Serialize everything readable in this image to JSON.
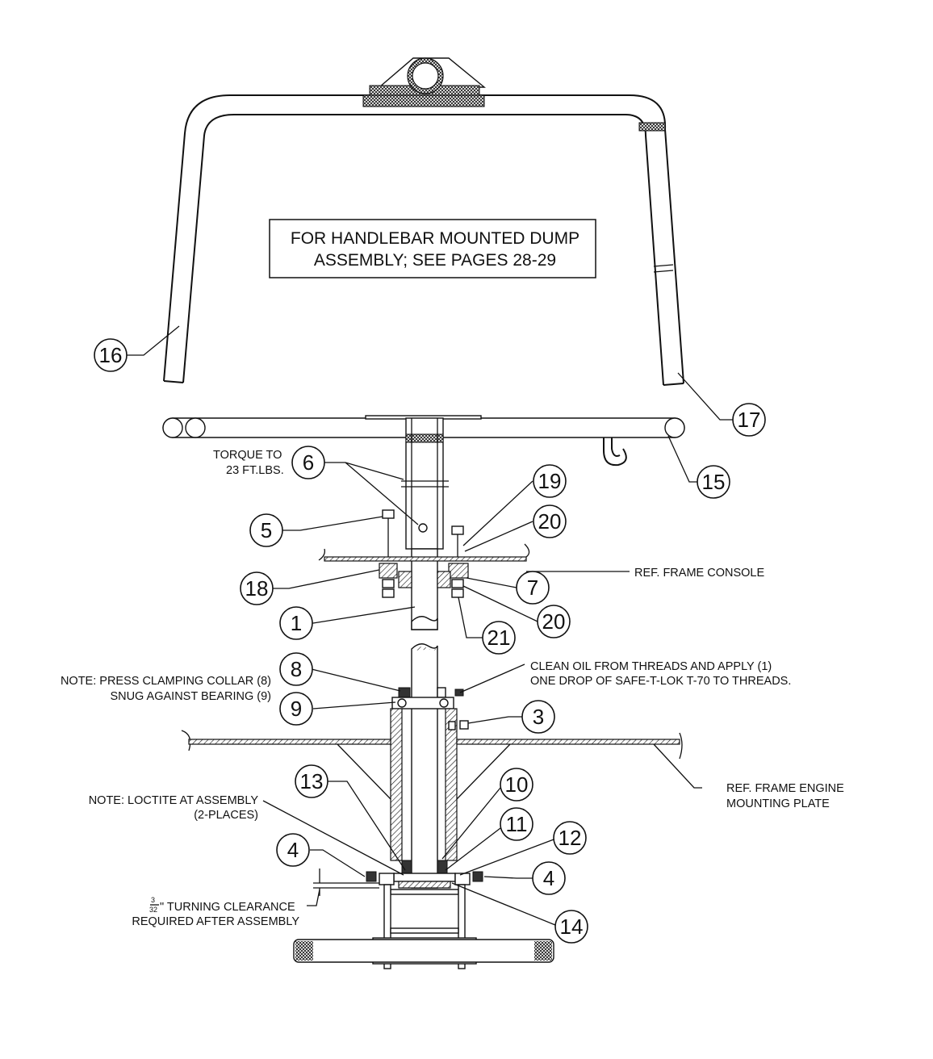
{
  "box_note": {
    "line1": "FOR HANDLEBAR MOUNTED DUMP",
    "line2": "ASSEMBLY; SEE PAGES 28-29"
  },
  "notes": {
    "torque_line1": "TORQUE TO",
    "torque_line2": "23 FT.LBS.",
    "frame_console": "REF. FRAME CONSOLE",
    "press_line1": "NOTE: PRESS CLAMPING COLLAR (8)",
    "press_line2": "SNUG AGAINST BEARING (9)",
    "clean_line1": "CLEAN OIL FROM THREADS AND APPLY (1)",
    "clean_line2": "ONE DROP OF SAFE-T-LOK T-70 TO THREADS.",
    "engine_line1": "REF. FRAME ENGINE",
    "engine_line2": "MOUNTING PLATE",
    "loctite_line1": "NOTE: LOCTITE AT ASSEMBLY",
    "loctite_line2": "(2-PLACES)",
    "fraction_num": "3",
    "fraction_den": "32",
    "clearance_line1": "\" TURNING CLEARANCE",
    "clearance_line2": "REQUIRED AFTER ASSEMBLY"
  },
  "callouts": {
    "c16": "16",
    "c17": "17",
    "c15": "15",
    "c6": "6",
    "c19": "19",
    "c5": "5",
    "c20a": "20",
    "c18": "18",
    "c7": "7",
    "c1": "1",
    "c20b": "20",
    "c21": "21",
    "c8": "8",
    "c9": "9",
    "c3": "3",
    "c13": "13",
    "c10": "10",
    "c11": "11",
    "c12": "12",
    "c4a": "4",
    "c4b": "4",
    "c14": "14"
  }
}
